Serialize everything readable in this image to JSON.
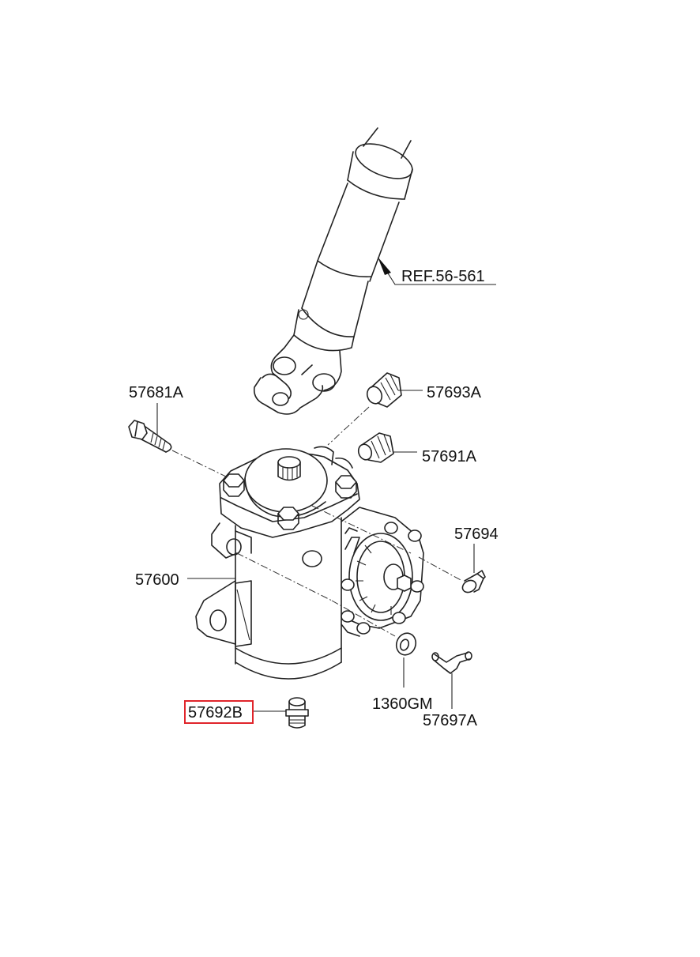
{
  "diagram": {
    "highlight_color": "#e0252b",
    "callouts": {
      "ref": "REF.56-561",
      "bolt": "57681A",
      "fitting_top": "57693A",
      "fitting_mid": "57691A",
      "plug": "57694",
      "gear_box": "57600",
      "washer": "1360GM",
      "elbow": "57697A",
      "connector": "57692B"
    },
    "highlighted": "57692B"
  }
}
